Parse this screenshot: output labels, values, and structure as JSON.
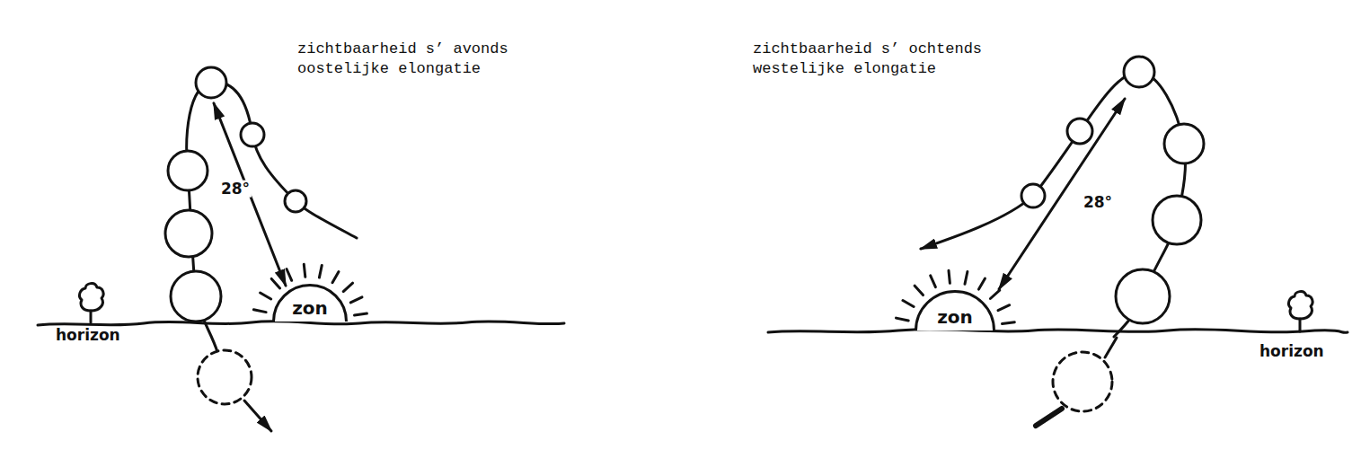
{
  "diagram": {
    "nodes": [
      {
        "text": [
          "zon"
        ]
      },
      {
        "text": [
          "zon"
        ]
      }
    ],
    "labels": [
      "zichtbaarheid s’ avonds oostelijke elongatie",
      "28°",
      "horizon",
      "zichtbaarheid s’ ochtends westelijke elongatie",
      "28°",
      "horizon"
    ]
  }
}
